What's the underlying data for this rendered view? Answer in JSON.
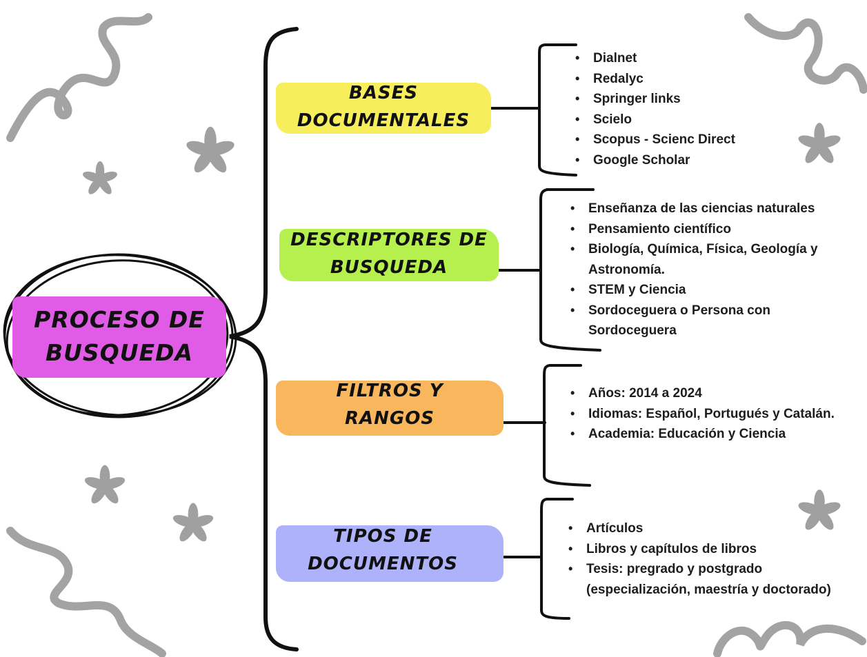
{
  "central": {
    "line1": "PROCESO DE",
    "line2": "BUSQUEDA",
    "color": "#e15ce6"
  },
  "branches": [
    {
      "line1": "BASES",
      "line2": "DOCUMENTALES",
      "color": "#f6ee5a",
      "items": [
        "Dialnet",
        "Redalyc",
        "Springer links",
        "Scielo",
        "Scopus -  Scienc  Direct",
        "Google Scholar"
      ]
    },
    {
      "line1": "DESCRIPTORES DE",
      "line2": "BUSQUEDA",
      "color": "#b5f04f",
      "items": [
        "Enseñanza de las ciencias naturales",
        "Pensamiento científico",
        "Biología, Química, Física, Geología y Astronomía.",
        "STEM y Ciencia",
        "Sordoceguera o Persona con Sordoceguera"
      ]
    },
    {
      "line1": "FILTROS Y",
      "line2": "RANGOS",
      "color": "#f8b75c",
      "items": [
        "Años: 2014 a 2024",
        "Idiomas: Español, Portugués y Catalán.",
        "Academia: Educación y Ciencia"
      ]
    },
    {
      "line1": "TIPOS DE",
      "line2": "DOCUMENTOS",
      "color": "#aeb2fa",
      "items": [
        "Artículos",
        "Libros y capítulos de libros",
        "Tesis: pregrado y postgrado (especialización, maestría y doctorado)"
      ]
    }
  ],
  "decoration": {
    "squiggle_color": "#a3a3a3",
    "flower_color": "#a0a0a0"
  }
}
